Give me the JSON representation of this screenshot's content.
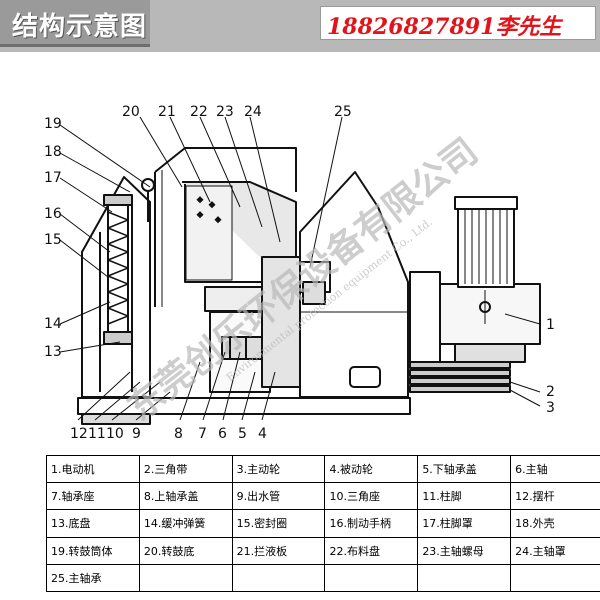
{
  "header": {
    "title": "结构示意图",
    "phone": "18826827891李先生"
  },
  "watermark": {
    "company": "东莞创乐环保设备有限公司",
    "english": "Environmental protection equipment Co., Ltd."
  },
  "diagram": {
    "labels_top": [
      "19",
      "18",
      "17",
      "16",
      "15",
      "14",
      "13",
      "20",
      "21",
      "22",
      "23",
      "24",
      "25"
    ],
    "labels_bottom": [
      "12",
      "11",
      "10",
      "9",
      "8",
      "7",
      "6",
      "5",
      "4"
    ],
    "labels_right": [
      "1",
      "2",
      "3"
    ]
  },
  "legend": {
    "rows": [
      [
        "1.电动机",
        "2.三角带",
        "3.主动轮",
        "4.被动轮",
        "5.下轴承盖",
        "6.主轴"
      ],
      [
        "7.轴承座",
        "8.上轴承盖",
        "9.出水管",
        "10.三角座",
        "11.柱脚",
        "12.摆杆"
      ],
      [
        "13.底盘",
        "14.缓冲弹簧",
        "15.密封圈",
        "16.制动手柄",
        "17.柱脚罩",
        "18.外壳"
      ],
      [
        "19.转鼓筒体",
        "20.转鼓底",
        "21.拦液板",
        "22.布料盘",
        "23.主轴螺母",
        "24.主轴罩"
      ],
      [
        "25.主轴承",
        "",
        "",
        "",
        "",
        ""
      ]
    ]
  }
}
